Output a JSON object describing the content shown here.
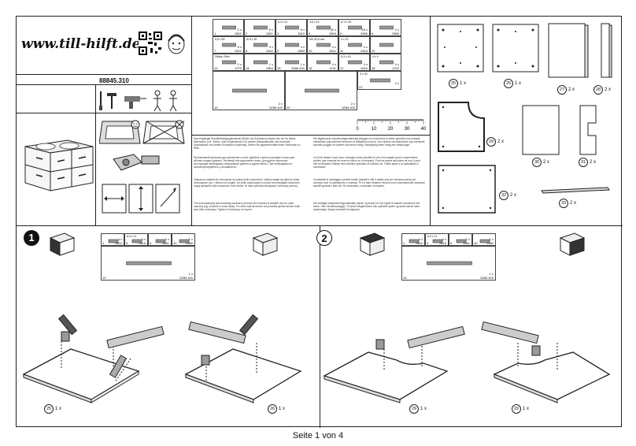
{
  "header": {
    "logo": "www.till-hilft.de",
    "article_number": "88845.310"
  },
  "hardware": [
    {
      "num": "1",
      "code": "2802",
      "count": "2 x",
      "spec": ""
    },
    {
      "num": "2",
      "code": "2801",
      "count": "6 x",
      "spec": ""
    },
    {
      "num": "3",
      "code": "2815",
      "count": "8 x",
      "spec": "6,3 x 11"
    },
    {
      "num": "4",
      "code": "2804",
      "count": "32 x",
      "spec": "3,5 x 15"
    },
    {
      "num": "5",
      "code": "2865",
      "count": "16 x",
      "spec": "Ø 4 x 30"
    },
    {
      "num": "6",
      "code": "2865",
      "count": "2 x",
      "spec": ""
    },
    {
      "num": "7",
      "code": "2821",
      "count": "8 x",
      "spec": "5,8 x 55"
    },
    {
      "num": "8",
      "code": "2842",
      "count": "4 x",
      "spec": "Ø 8 x 30"
    },
    {
      "num": "9",
      "code": "2880",
      "count": "4 x",
      "spec": ""
    },
    {
      "num": "10",
      "code": "2841",
      "count": "4 x",
      "spec": "M4 30,5 mm"
    },
    {
      "num": "11",
      "code": "2816",
      "count": "4 x",
      "spec": "4 x 22"
    },
    {
      "num": "12",
      "code": "",
      "count": "",
      "spec": ""
    },
    {
      "num": "13",
      "code": "1970",
      "count": "2 x",
      "spec": "Silikon 25ml"
    },
    {
      "num": "14",
      "code": "2863",
      "count": "1 x",
      "spec": ""
    },
    {
      "num": "15",
      "code": "5286.400",
      "count": "1 x",
      "spec": ""
    },
    {
      "num": "16",
      "code": "1131",
      "count": "4 x",
      "spec": ""
    },
    {
      "num": "17",
      "code": "2816",
      "count": "4 x",
      "spec": "6,3 x 16"
    },
    {
      "num": "18",
      "code": "1122",
      "count": "4 x",
      "spec": "4 x 9"
    },
    {
      "num": "19",
      "code": "5285.400",
      "count": "2 x",
      "spec": ""
    },
    {
      "num": "20",
      "code": "5284.400",
      "count": "2 x",
      "spec": ""
    },
    {
      "num": "21",
      "code": "",
      "count": "4 x",
      "spec": "5 x 30"
    }
  ],
  "ruler": {
    "labels": [
      "0",
      "10",
      "20",
      "30",
      "40"
    ]
  },
  "parts": [
    {
      "num": "25",
      "count": "1 x"
    },
    {
      "num": "26",
      "count": "1 x"
    },
    {
      "num": "27",
      "count": "2 x"
    },
    {
      "num": "28",
      "count": "2 x"
    },
    {
      "num": "29",
      "count": "2 x"
    },
    {
      "num": "30",
      "count": "2 x"
    },
    {
      "num": "31",
      "count": "2 x"
    },
    {
      "num": "32",
      "count": "2 x"
    },
    {
      "num": "33",
      "count": "2 x"
    }
  ],
  "notices": {
    "de_1": "Das beigelegte Standbefestigungsmaterial (Dübel und Schrauben) eignet sich nur für festes Mauerwerk (z.B.: Beton- oder Ziegelwände). Für andere Wandaufbauten sind eventuell Spezialdübel und andere Schrauben notwendig. Ziehen Sie gegebenenfalls einen Fachmann zu Rate.",
    "ru": "Прилагаемый материал для крепления к стене (дюбели и винты) пригоден только для жёстких кладок (кирпич). Летчаный или кирпичные стены. Для других настенных конструкций необходимы специальные дюбели и другие винты. При необходимости проконсультируйтесь у специалиста.",
    "pl": "Załączony materiał do mocowania do ściany (kołki rozporowe i śrubki) nadaje się tylko do ścian murowanych (np. z betonu lub cegieł). Do ścian wykonanych w innych technologiach konieczne mogą specjalne kołki rozporowe i inne śrubki. W razie potrzeby skorzystaj z fachowej pomocy.",
    "en": "The accompanying wall mounting hardware (anchors and screws) is suitable only for solid masonry (eg. concrete or brick walls). For other wall structures are possibly special anchor bolts and other necessary. Tighten if necessary, an expert.",
    "fr": "Le kit de fixation fourni pour montage mural (chevilles et vis) n’est adapté qu’aux maçonneries solides (par exemple les murs en béton ou en briques). Pour les autres structures de mur, il peut être nécessaire d’utiliser des chevilles spéciales et d’autres vis. Faites appel à un spécialiste si nécessaire.",
    "it": "Il materiale di montaggio a parete fornito (tasselli e viti) è adatto solo per muratura piena (ad esempio muri in calcestruzzo o mattoni). Per le altre strutture murarie sono eventualmente necessari tasselli speciali e altre viti. Se necessario, consultate un esperto.",
    "nl": "Het bijgeleverde wandmontagemateriaal (pluggen en schroeven) is alleen geschikt voor massief metselwerk (bijvoorbeeld betonnen of bakstenen muren). Voor andere muurstructuren zijn eventueel speciale pluggen en andere schroeven nodig. Raadpleeg indien nodig een deskundige.",
    "da": "Det vedlagte vægmonteringsmateriale (dyvler og skruer) er kun egnet til massivt murværk (f.eks. beton- eller murstensvægge). Til andre vægstrukturer kan specielle dyvler og andre skruer være nødvendige. Spørg eventuelt en fagmand."
  },
  "steps": [
    {
      "number": "1",
      "hardware": [
        {
          "num": "1",
          "code": "2802",
          "count": "4 x",
          "spec": ""
        },
        {
          "num": "3",
          "code": "2815",
          "count": "4 x",
          "spec": "6,3 x 11"
        },
        {
          "num": "9",
          "code": "2881",
          "count": "2 x",
          "spec": ""
        },
        {
          "num": "10",
          "code": "2880",
          "count": "1 x",
          "spec": ""
        },
        {
          "num": "19",
          "code": "5285.400",
          "count": "1 x",
          "spec": ""
        }
      ],
      "parts": [
        {
          "num": "25",
          "count": "1 x"
        },
        {
          "num": "26",
          "count": "1 x"
        }
      ]
    },
    {
      "number": "2",
      "hardware": [
        {
          "num": "1",
          "code": "2802",
          "count": "4 x",
          "spec": ""
        },
        {
          "num": "3",
          "code": "2815",
          "count": "4 x",
          "spec": "6,3 x 11"
        },
        {
          "num": "9",
          "code": "2881",
          "count": "2 x",
          "spec": ""
        },
        {
          "num": "10",
          "code": "2880",
          "count": "1 x",
          "spec": ""
        },
        {
          "num": "19",
          "code": "5285.400",
          "count": "1 x",
          "spec": ""
        }
      ],
      "parts": [
        {
          "num": "29",
          "count": "1 x"
        },
        {
          "num": "29",
          "count": "1 x"
        }
      ]
    }
  ],
  "footer": {
    "page_label": "Seite 1 von 4"
  }
}
